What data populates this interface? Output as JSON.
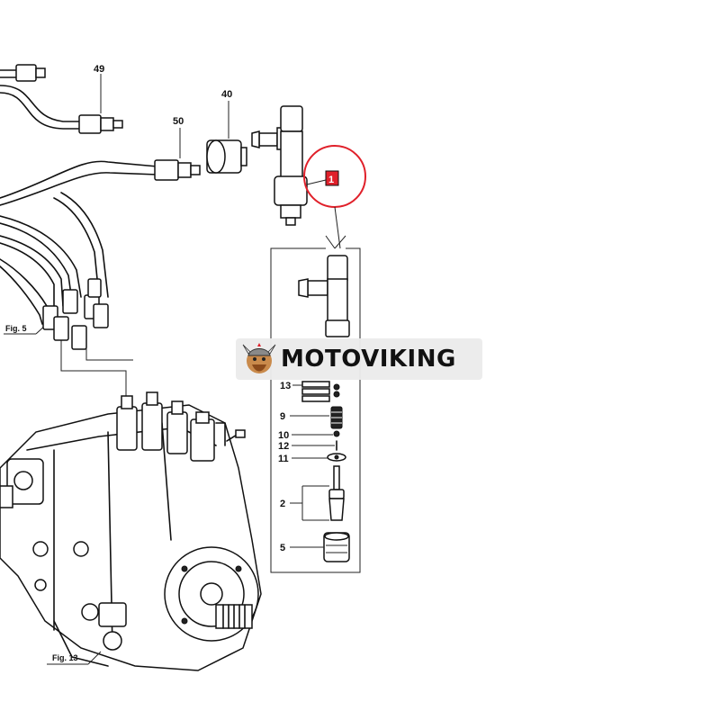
{
  "callouts": {
    "c49": "49",
    "c40": "40",
    "c50": "50",
    "c1": "1",
    "c13": "13",
    "c9": "9",
    "c10": "10",
    "c12": "12",
    "c11": "11",
    "c2": "2",
    "c5": "5"
  },
  "figure_refs": {
    "fig5": "Fig. 5",
    "fig13": "Fig. 13"
  },
  "watermark": {
    "text": "MOTOVIKING"
  },
  "colors": {
    "highlight_circle": "#e0202a",
    "highlight_box": "#e0202a"
  }
}
